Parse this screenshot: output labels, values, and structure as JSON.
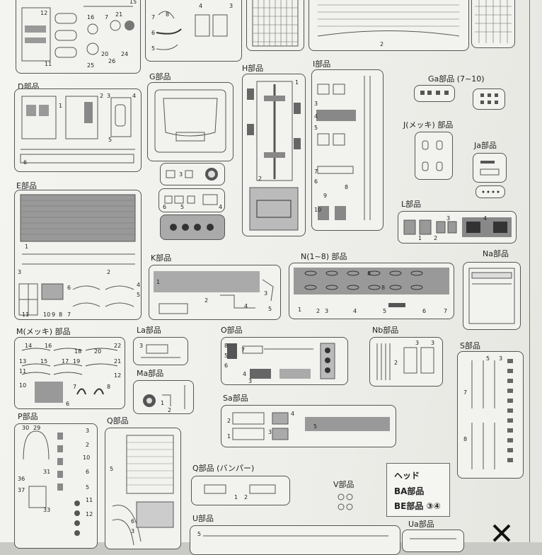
{
  "labels": {
    "d": "D部品",
    "g": "G部品",
    "h": "H部品",
    "i": "I部品",
    "ga": "Ga部品 (7~10)",
    "j": "J(メッキ) 部品",
    "ja": "Ja部品",
    "e": "E部品",
    "l": "L部品",
    "k": "K部品",
    "n": "N(1~8) 部品",
    "na": "Na部品",
    "m": "M(メッキ) 部品",
    "la": "La部品",
    "o": "O部品",
    "nb": "Nb部品",
    "s": "S部品",
    "ma": "Ma部品",
    "sa": "Sa部品",
    "p": "P部品",
    "q": "Q部品",
    "qb": "Q部品 (バンパー)",
    "v": "V部品",
    "u": "U部品",
    "ua": "Ua部品"
  },
  "legend": {
    "line1": "ヘッド",
    "line2": "BA部品",
    "line3": "BE部品 ③④"
  },
  "cross_icon": "cross-mark-icon"
}
